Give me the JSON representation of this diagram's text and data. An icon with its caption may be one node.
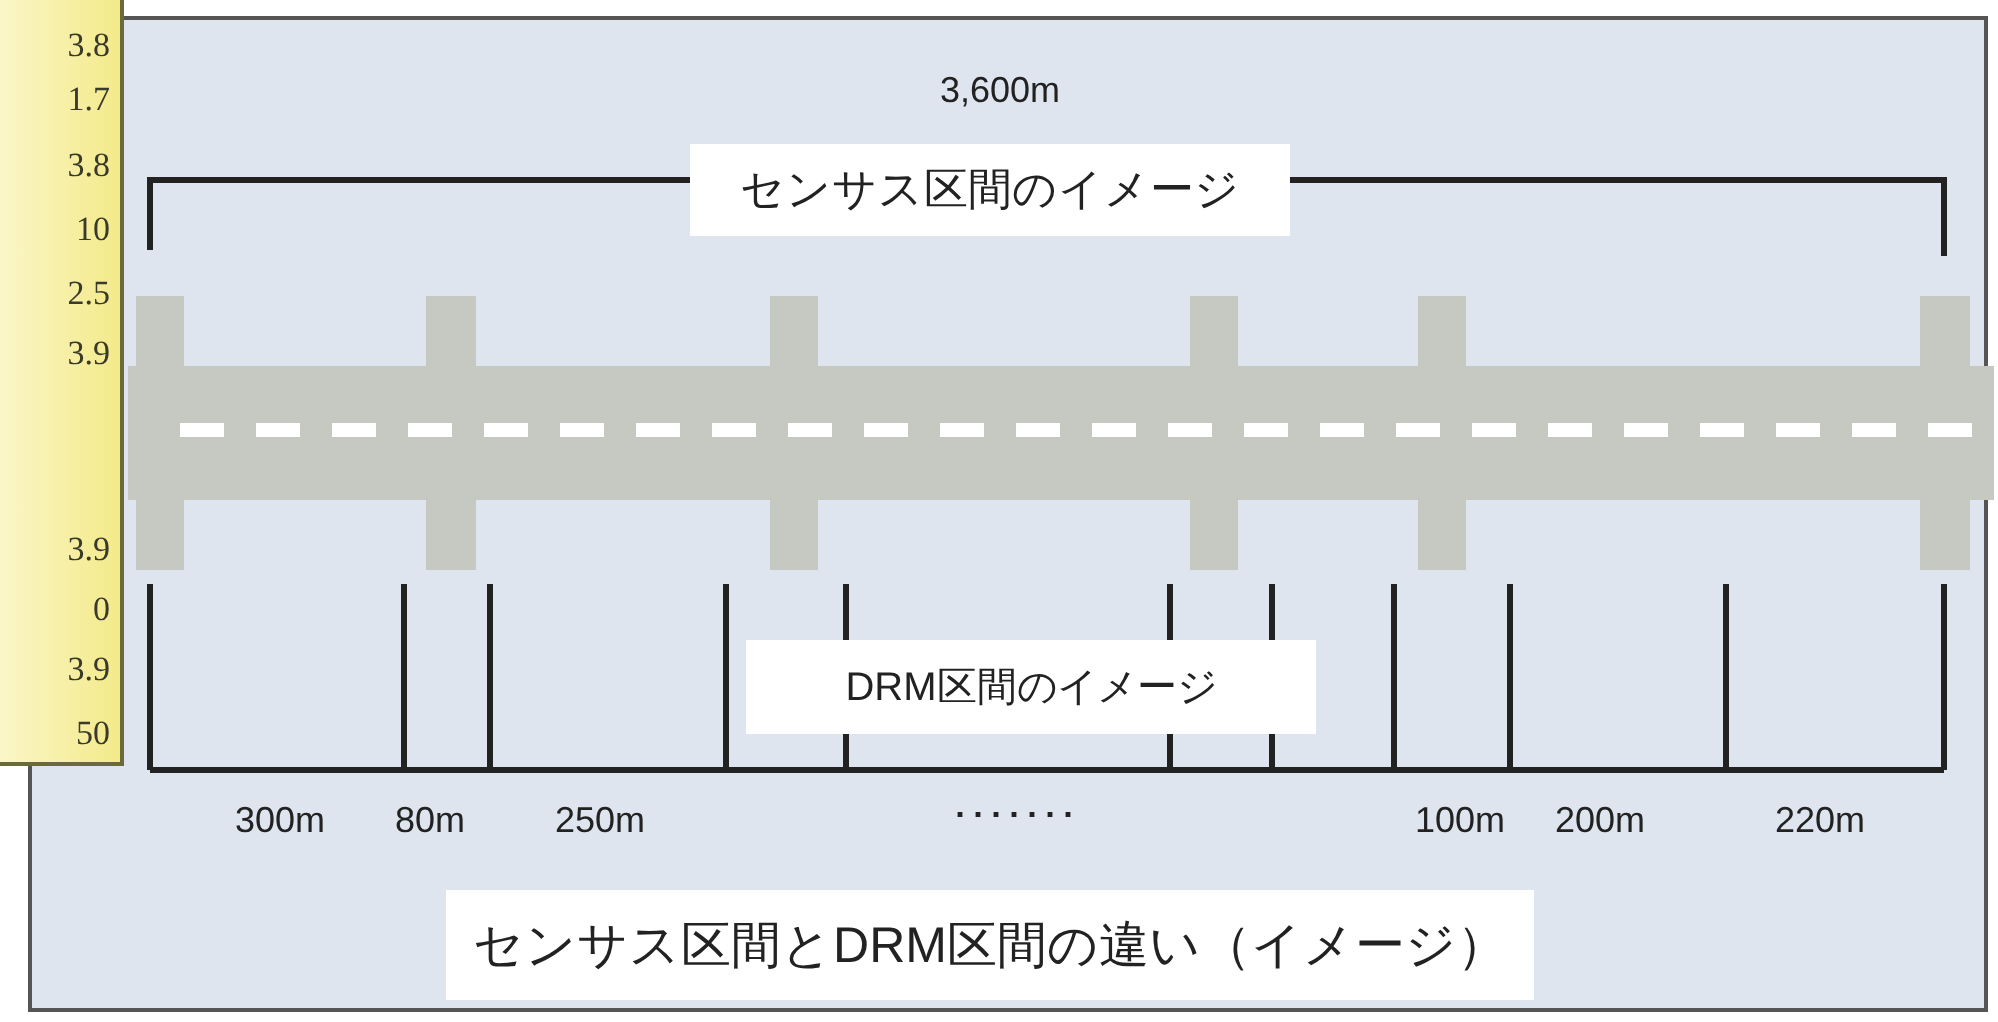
{
  "diagram": {
    "caption": "センサス区間とDRM区間の違い（イメージ）",
    "nodes": [
      {
        "text": [
          "センサス区間のイメージ"
        ]
      },
      {
        "text": [
          "DRM区間のイメージ"
        ]
      }
    ],
    "labels": [
      "3.8",
      "1.7",
      "3.8",
      "10",
      "2.5",
      "3.9",
      "3.9",
      "0",
      "3.9",
      "50",
      "3,600m",
      "300m",
      "80m",
      "250m",
      "･･･････",
      "100m",
      "200m",
      "220m"
    ]
  }
}
